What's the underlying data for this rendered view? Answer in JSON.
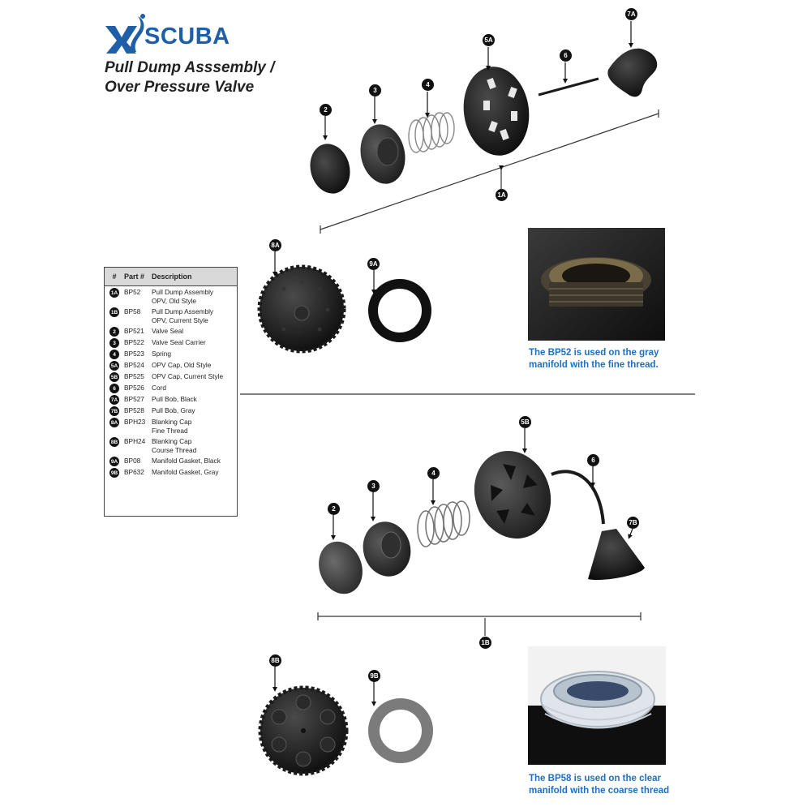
{
  "brand": {
    "logo_text": "SCUBA"
  },
  "title": {
    "line1": "Pull Dump Asssembly /",
    "line2": "Over Pressure Valve"
  },
  "callouts": {
    "top": [
      "1A",
      "2",
      "3",
      "4",
      "5A",
      "6",
      "7A"
    ],
    "mid": [
      "8A",
      "9A"
    ],
    "bottom": [
      "1B",
      "2",
      "3",
      "4",
      "5B",
      "6",
      "7B"
    ],
    "lower": [
      "8B",
      "9B"
    ]
  },
  "parts_table": {
    "headers": [
      "#",
      "Part #",
      "Description"
    ],
    "rows": [
      {
        "num": "1A",
        "part": "BP52",
        "desc": [
          "Pull Dump Assembly",
          "OPV, Old Style"
        ]
      },
      {
        "num": "1B",
        "part": "BP58",
        "desc": [
          "Pull Dump Assembly",
          "OPV, Current Style"
        ]
      },
      {
        "num": "2",
        "part": "BP521",
        "desc": [
          "Valve Seal"
        ]
      },
      {
        "num": "3",
        "part": "BP522",
        "desc": [
          "Valve Seal Carrier"
        ]
      },
      {
        "num": "4",
        "part": "BP523",
        "desc": [
          "Spring"
        ]
      },
      {
        "num": "5A",
        "part": "BP524",
        "desc": [
          "OPV Cap, Old Style"
        ]
      },
      {
        "num": "5B",
        "part": "BP525",
        "desc": [
          "OPV Cap, Current Style"
        ]
      },
      {
        "num": "6",
        "part": "BP526",
        "desc": [
          "Cord"
        ]
      },
      {
        "num": "7A",
        "part": "BP527",
        "desc": [
          "Pull Bob, Black"
        ]
      },
      {
        "num": "7B",
        "part": "BP528",
        "desc": [
          "Pull Bob, Gray"
        ]
      },
      {
        "num": "8A",
        "part": "BPH23",
        "desc": [
          "Blanking Cap",
          "Fine Thread"
        ]
      },
      {
        "num": "8B",
        "part": "BPH24",
        "desc": [
          "Blanking Cap",
          "Course Thread"
        ]
      },
      {
        "num": "9A",
        "part": "BP08",
        "desc": [
          "Manifold Gasket, Black"
        ]
      },
      {
        "num": "9B",
        "part": "BP632",
        "desc": [
          "Manifold Gasket, Gray"
        ]
      }
    ]
  },
  "captions": {
    "bp52": {
      "line1": "The BP52 is used on the gray",
      "line2": "manifold with the fine thread."
    },
    "bp58": {
      "line1": "The BP58 is used on the clear",
      "line2": "manifold with the coarse thread"
    }
  },
  "colors": {
    "brand_blue": "#1f5fa8",
    "caption_blue": "#1f6fc0",
    "part_black": "#1a1a1a",
    "gasket_gray": "#7b7b7b"
  }
}
